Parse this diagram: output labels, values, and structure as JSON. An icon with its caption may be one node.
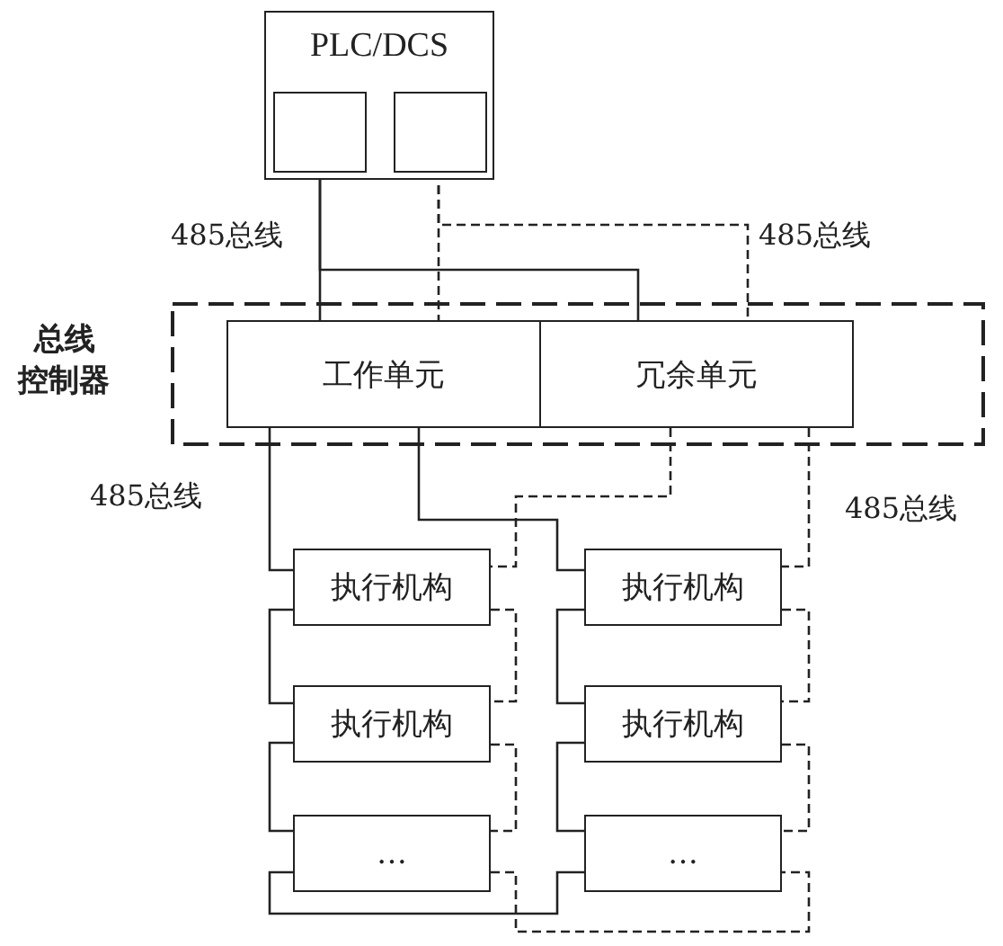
{
  "diagram": {
    "nodes": [
      {
        "text": [
          "PLC/DCS"
        ]
      },
      {
        "text": [],
        "shape": "box",
        "in": 0
      },
      {
        "text": [],
        "shape": "box",
        "in": 0
      },
      {
        "text": [
          "总线控制器"
        ]
      },
      {
        "text": [
          "工作单元"
        ],
        "in": 3
      },
      {
        "text": [
          "冗余单元"
        ],
        "in": 3
      },
      {
        "text": [
          "执行机构"
        ]
      },
      {
        "text": [
          "执行机构"
        ]
      },
      {
        "text": [
          "执行机构"
        ]
      },
      {
        "text": [
          "执行机构"
        ]
      },
      {
        "text": [
          "…"
        ]
      },
      {
        "text": [
          "…"
        ]
      }
    ],
    "edges": [
      {
        "from": 1,
        "to": 4,
        "arrow": "none"
      },
      {
        "from": 1,
        "to": 5,
        "arrow": "none"
      },
      {
        "from": 2,
        "to": 4,
        "arrow": "none",
        "style": "dashed"
      },
      {
        "from": 2,
        "to": 5,
        "arrow": "none",
        "style": "dashed"
      },
      {
        "from": 4,
        "to": 6,
        "arrow": "none"
      },
      {
        "from": 6,
        "to": 8,
        "arrow": "none"
      },
      {
        "from": 8,
        "to": 10,
        "arrow": "none"
      },
      {
        "from": 10,
        "to": 11,
        "arrow": "none"
      },
      {
        "from": 4,
        "to": 7,
        "arrow": "none"
      },
      {
        "from": 7,
        "to": 9,
        "arrow": "none"
      },
      {
        "from": 9,
        "to": 11,
        "arrow": "none"
      },
      {
        "from": 5,
        "to": 6,
        "arrow": "none",
        "style": "dashed"
      },
      {
        "from": 6,
        "to": 8,
        "arrow": "none",
        "style": "dashed"
      },
      {
        "from": 8,
        "to": 10,
        "arrow": "none",
        "style": "dashed"
      },
      {
        "from": 10,
        "to": 11,
        "arrow": "none",
        "style": "dashed"
      },
      {
        "from": 5,
        "to": 7,
        "arrow": "none",
        "style": "dashed"
      },
      {
        "from": 7,
        "to": 9,
        "arrow": "none",
        "style": "dashed"
      },
      {
        "from": 9,
        "to": 11,
        "arrow": "none",
        "style": "dashed"
      }
    ],
    "labels": [
      "485总线",
      "485总线",
      "485总线",
      "485总线"
    ]
  }
}
